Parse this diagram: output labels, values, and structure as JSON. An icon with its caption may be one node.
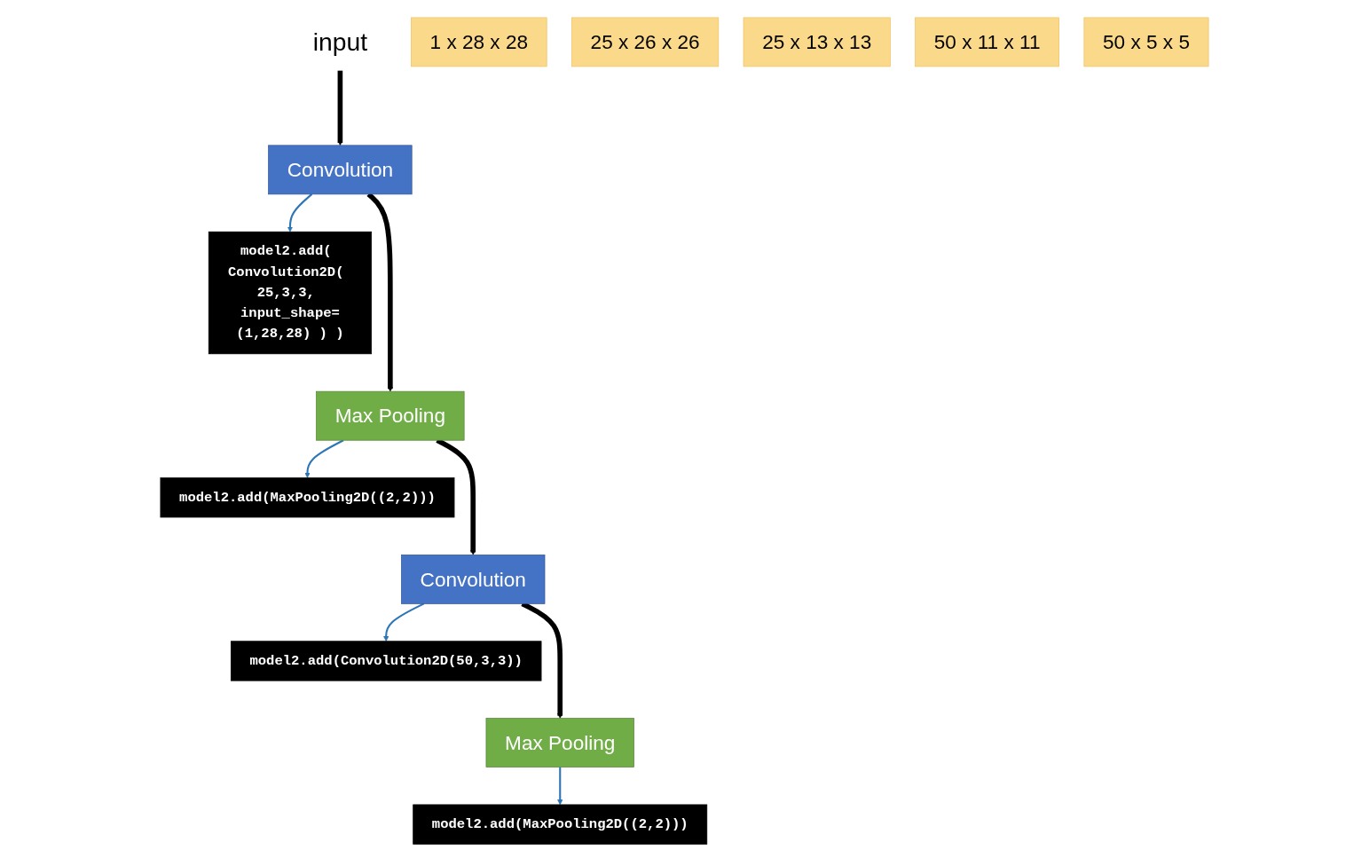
{
  "diagram": {
    "nodes": [
      {
        "text": [
          "input"
        ]
      },
      {
        "text": [
          "1 x 28 x 28"
        ]
      },
      {
        "text": [
          "model2.add( Convolution2D( 25,3,3, input_shape=(1,28,28) ) )"
        ]
      },
      {
        "text": [
          "Convolution"
        ]
      },
      {
        "text": [
          "25 x 26 x 26"
        ]
      },
      {
        "text": [
          "model2.add(MaxPooling2D((2,2)))"
        ]
      },
      {
        "text": [
          "Max Pooling"
        ]
      },
      {
        "text": [
          "25 x 13 x 13"
        ]
      },
      {
        "text": [
          "model2.add(Convolution2D(50,3,3))"
        ]
      },
      {
        "text": [
          "Convolution"
        ]
      },
      {
        "text": [
          "50 x 11 x 11"
        ]
      },
      {
        "text": [
          "model2.add(MaxPooling2D((2,2)))"
        ]
      },
      {
        "text": [
          "Max Pooling"
        ]
      },
      {
        "text": [
          "50 x 5 x 5"
        ]
      }
    ],
    "edges": [
      {
        "from": 0,
        "to": 3,
        "arrow": "to",
        "style": "thick",
        "color": "#000000"
      },
      {
        "from": 3,
        "to": 2,
        "arrow": "to",
        "color": "#2e75b6"
      },
      {
        "from": 3,
        "to": 6,
        "arrow": "to",
        "style": "thick",
        "color": "#000000"
      },
      {
        "from": 6,
        "to": 5,
        "arrow": "to",
        "color": "#2e75b6"
      },
      {
        "from": 6,
        "to": 9,
        "arrow": "to",
        "style": "thick",
        "color": "#000000"
      },
      {
        "from": 9,
        "to": 8,
        "arrow": "to",
        "color": "#2e75b6"
      },
      {
        "from": 9,
        "to": 12,
        "arrow": "to",
        "style": "thick",
        "color": "#000000"
      },
      {
        "from": 12,
        "to": 11,
        "arrow": "to",
        "color": "#2e75b6"
      }
    ]
  }
}
